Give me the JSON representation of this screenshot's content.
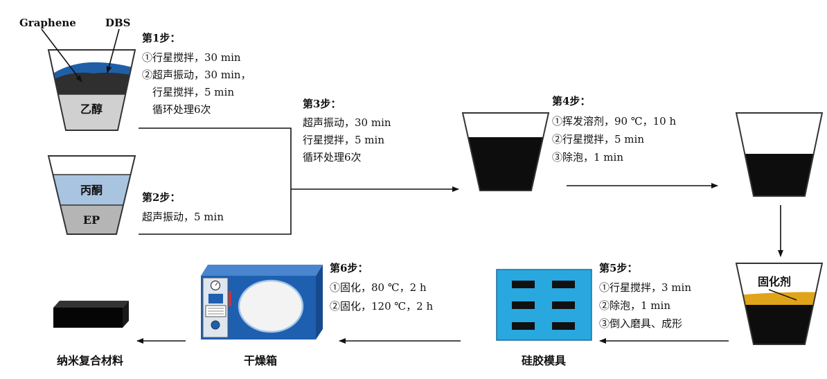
{
  "labels": {
    "graphene": "Graphene",
    "dbs": "DBS",
    "ethanol": "乙醇",
    "acetone": "丙酮",
    "ep": "EP",
    "curing_agent": "固化剂",
    "nanocomposite": "纳米复合材料",
    "drying_oven": "干燥箱",
    "silicone_mold": "硅胶模具"
  },
  "steps": {
    "step1": {
      "title": "第1步：",
      "lines": [
        "①行星搅拌，30 min",
        "②超声振动，30 min，",
        "  行星搅拌，5 min",
        "  循环处理6次"
      ]
    },
    "step2": {
      "title": "第2步：",
      "lines": [
        "超声振动，5 min"
      ]
    },
    "step3": {
      "title": "第3步：",
      "lines": [
        "超声振动，30 min",
        "行星搅拌，5 min",
        "循环处理6次"
      ]
    },
    "step4": {
      "title": "第4步：",
      "lines": [
        "①挥发溶剂，90 ℃，10 h",
        "②行星搅拌，5 min",
        "③除泡，1 min"
      ]
    },
    "step5": {
      "title": "第5步：",
      "lines": [
        "①行星搅拌，3 min",
        "②除泡，1 min",
        "③倒入磨具、成形"
      ]
    },
    "step6": {
      "title": "第6步：",
      "lines": [
        "①固化，80 ℃，2 h",
        "②固化，120 ℃，2 h"
      ]
    }
  },
  "colors": {
    "graphene_layer": "#2a2a2a",
    "dbs_layer": "#1f5fa8",
    "acetone_layer": "#a9c4e0",
    "ep_layer": "#b5b5b5",
    "mixture": "#0d0d0d",
    "curing_agent_layer": "#e0a41a",
    "mold": "#29a8e0",
    "oven": "#1e5fb0"
  }
}
